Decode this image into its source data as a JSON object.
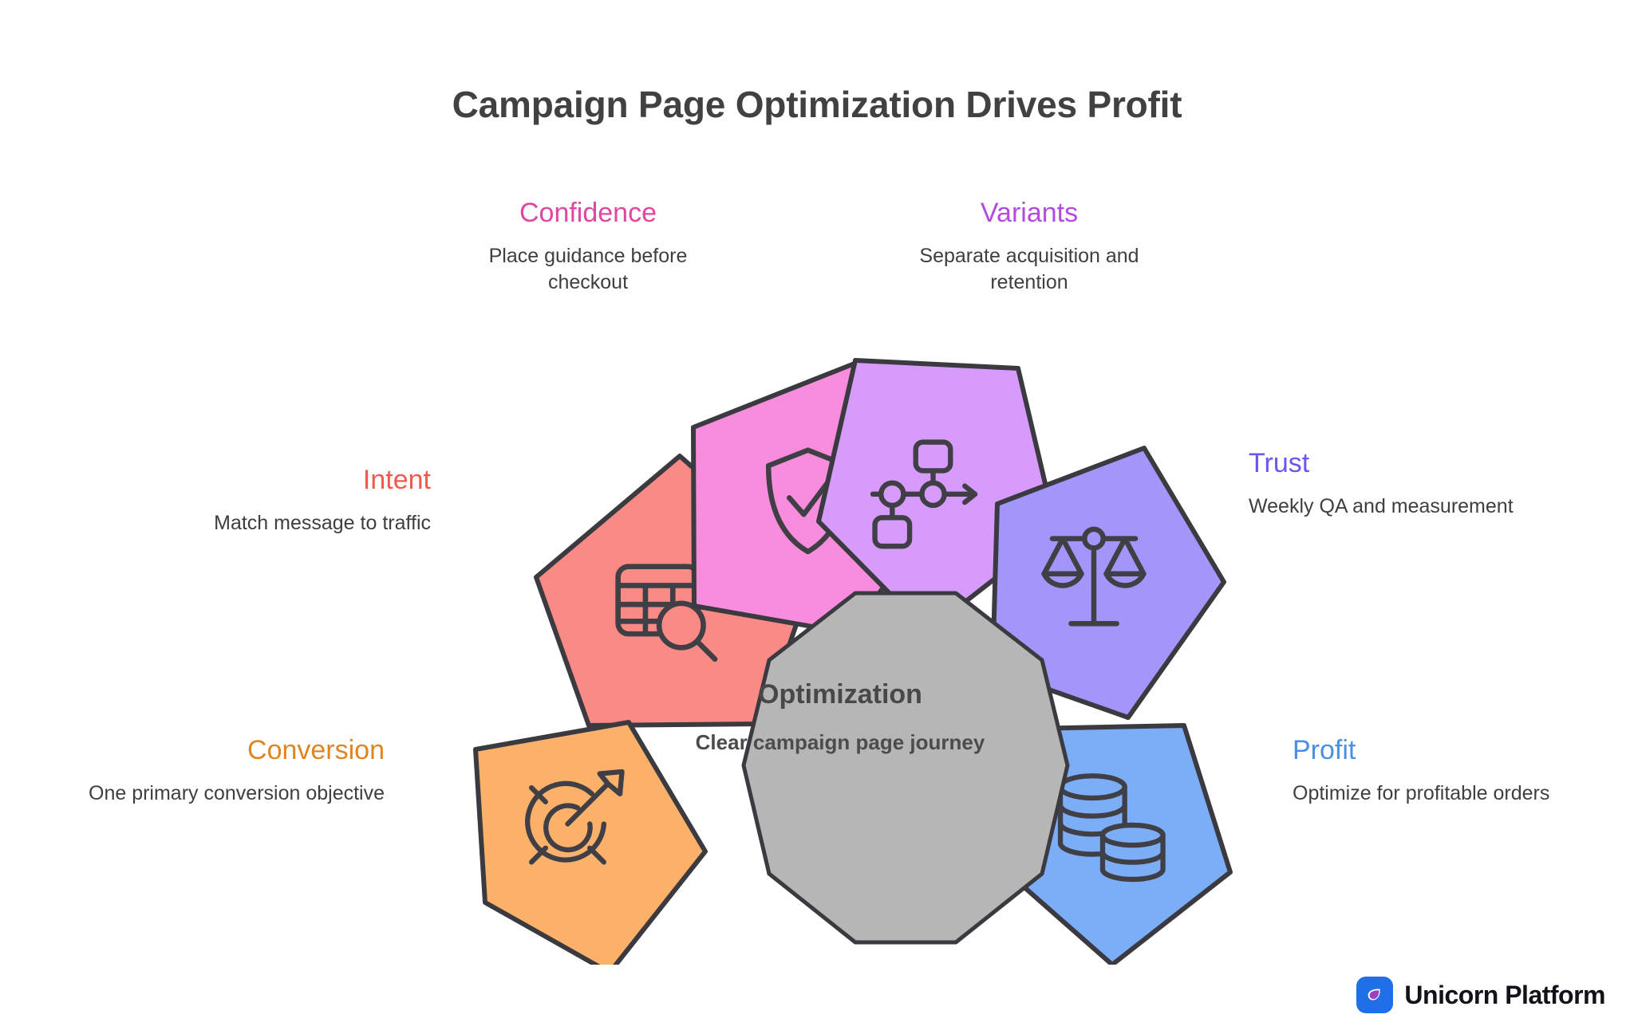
{
  "title": "Campaign Page Optimization Drives Profit",
  "center": {
    "title": "Optimization",
    "subtitle": "Clear campaign page journey",
    "fill": "#b6b6b6",
    "stroke": "#3a3a40"
  },
  "brand": {
    "name": "Unicorn Platform",
    "mark_icon": "unicorn-droplet-icon",
    "mark_bg": "#1f6fe8",
    "droplet_color": "#9b3fc4"
  },
  "segments": [
    {
      "key": "intent",
      "label": "Intent",
      "description": "Match message to traffic",
      "color": "#f98a85",
      "label_color": "#ef5a4e",
      "icon": "table-search-icon",
      "angle": -150
    },
    {
      "key": "confidence",
      "label": "Confidence",
      "description": "Place guidance before checkout",
      "color": "#f98ddd",
      "label_color": "#e0479f",
      "icon": "shield-check-icon",
      "angle": -110
    },
    {
      "key": "variants",
      "label": "Variants",
      "description": "Separate acquisition and retention",
      "color": "#d79cfb",
      "label_color": "#b34be0",
      "icon": "flow-branch-icon",
      "angle": -70
    },
    {
      "key": "trust",
      "label": "Trust",
      "description": "Weekly QA and measurement",
      "color": "#a396fb",
      "label_color": "#6c55f0",
      "icon": "scales-balance-icon",
      "angle": -30
    },
    {
      "key": "profit",
      "label": "Profit",
      "description": "Optimize for profitable orders",
      "color": "#7cadf7",
      "label_color": "#4a90e2",
      "icon": "coin-stack-icon",
      "angle": 30
    },
    {
      "key": "conversion",
      "label": "Conversion",
      "description": "One primary conversion objective",
      "color": "#fbb169",
      "label_color": "#e08524",
      "icon": "target-arrow-icon",
      "angle": 210
    }
  ]
}
